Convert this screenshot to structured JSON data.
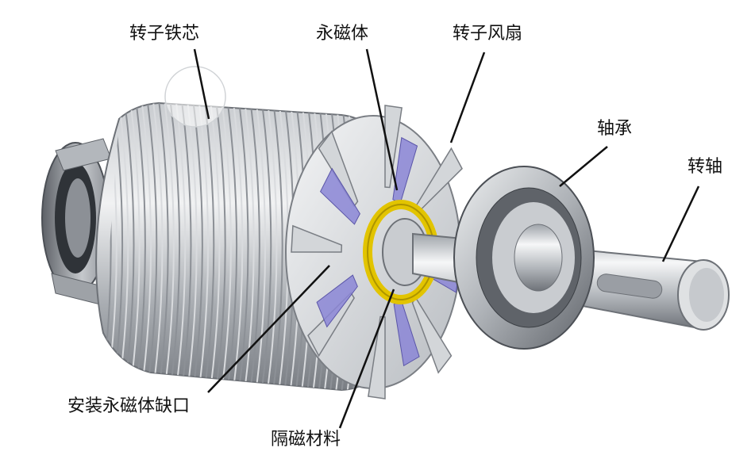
{
  "labels": {
    "rotor_core": "转子铁芯",
    "permanent_magnet": "永磁体",
    "rotor_fan": "转子风扇",
    "bearing": "轴承",
    "shaft": "转轴",
    "magnet_slot": "安装永磁体缺口",
    "magnetic_isolation": "隔磁材料"
  },
  "colors": {
    "text": "#111111",
    "leader": "#111111",
    "steel_dark": "#6d7177",
    "steel_light": "#e4e6e8",
    "magnet": "#8b86d6",
    "isolation_ring": "#e2c400"
  }
}
